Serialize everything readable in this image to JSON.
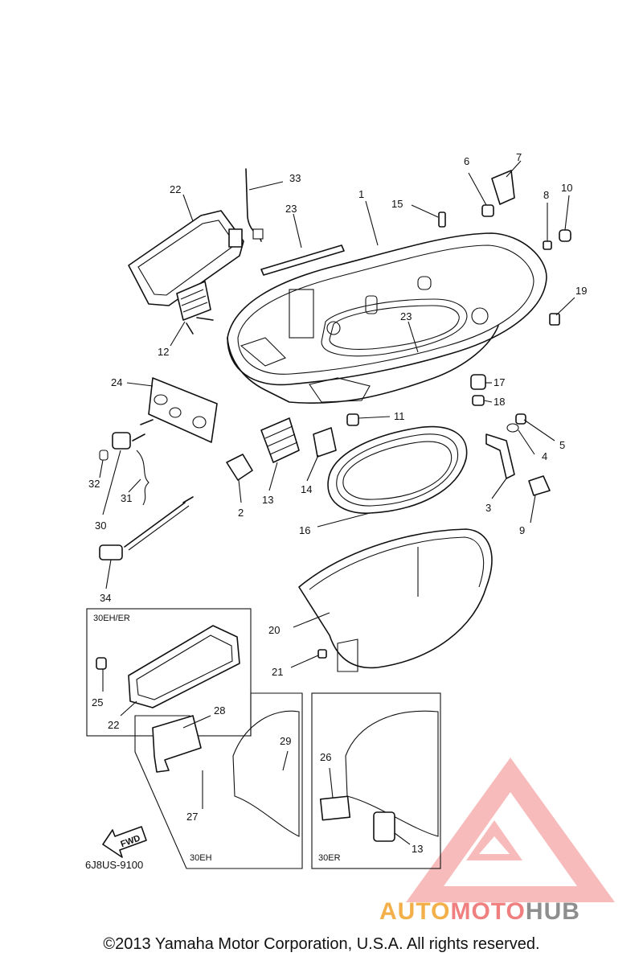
{
  "diagram": {
    "callouts": [
      {
        "id": "c1",
        "label": "1"
      },
      {
        "id": "c2",
        "label": "2"
      },
      {
        "id": "c3",
        "label": "3"
      },
      {
        "id": "c4",
        "label": "4"
      },
      {
        "id": "c5",
        "label": "5"
      },
      {
        "id": "c6",
        "label": "6"
      },
      {
        "id": "c7",
        "label": "7"
      },
      {
        "id": "c8",
        "label": "8"
      },
      {
        "id": "c9",
        "label": "9"
      },
      {
        "id": "c10",
        "label": "10"
      },
      {
        "id": "c11",
        "label": "11"
      },
      {
        "id": "c12",
        "label": "12"
      },
      {
        "id": "c13",
        "label": "13"
      },
      {
        "id": "c14",
        "label": "14"
      },
      {
        "id": "c15",
        "label": "15"
      },
      {
        "id": "c16",
        "label": "16"
      },
      {
        "id": "c17",
        "label": "17"
      },
      {
        "id": "c18",
        "label": "18"
      },
      {
        "id": "c19",
        "label": "19"
      },
      {
        "id": "c20",
        "label": "20"
      },
      {
        "id": "c21",
        "label": "21"
      },
      {
        "id": "c22",
        "label": "22"
      },
      {
        "id": "c23a",
        "label": "23"
      },
      {
        "id": "c23b",
        "label": "23"
      },
      {
        "id": "c24",
        "label": "24"
      },
      {
        "id": "c30",
        "label": "30"
      },
      {
        "id": "c31",
        "label": "31"
      },
      {
        "id": "c32",
        "label": "32"
      },
      {
        "id": "c33",
        "label": "33"
      },
      {
        "id": "c34",
        "label": "34"
      },
      {
        "id": "d22",
        "label": "22"
      },
      {
        "id": "d25",
        "label": "25"
      },
      {
        "id": "e27",
        "label": "27"
      },
      {
        "id": "e28",
        "label": "28"
      },
      {
        "id": "e29",
        "label": "29"
      },
      {
        "id": "f13",
        "label": "13"
      },
      {
        "id": "f26",
        "label": "26"
      }
    ],
    "boxes": {
      "box_30ehr": "30EH/ER",
      "box_30eh": "30EH",
      "box_30er": "30ER"
    },
    "fwd_label": "FWD",
    "figure_code": "6J8US-9100"
  },
  "watermark": {
    "part1": "AUTO",
    "part2": "MOTO",
    "part3": "HUB",
    "colors": {
      "auto": "#f3b04a",
      "moto": "#f08080",
      "hub": "#8e8e8e"
    }
  },
  "footer": {
    "copyright": "©2013 Yamaha Motor Corporation, U.S.A. All rights reserved."
  }
}
